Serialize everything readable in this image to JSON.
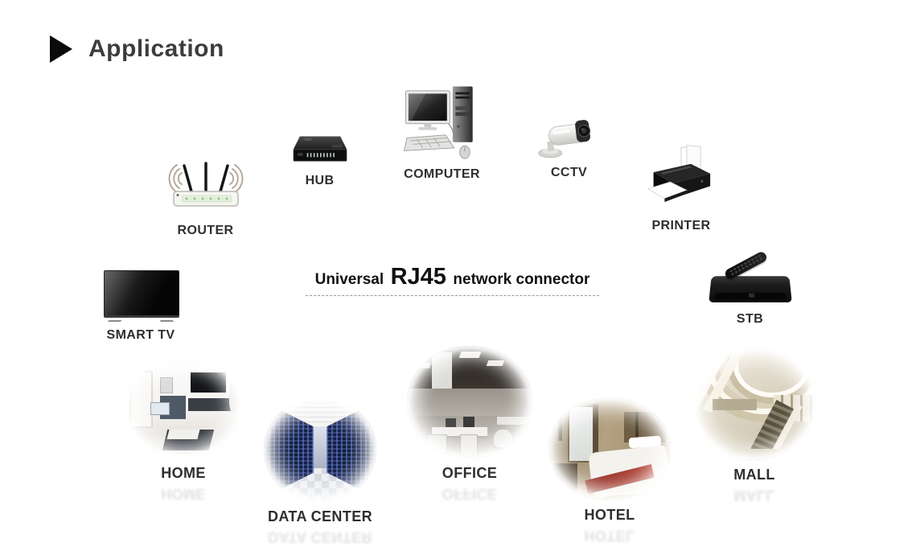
{
  "header": {
    "title": "Application",
    "bullet_icon": "play-triangle-icon"
  },
  "banner": {
    "prefix": "Universal",
    "highlight": "RJ45",
    "suffix": "network connector",
    "divider": "dashed-line"
  },
  "devices": [
    {
      "id": "router",
      "label": "ROUTER",
      "icon": "wireless-router-icon"
    },
    {
      "id": "hub",
      "label": "HUB",
      "icon": "network-hub-icon"
    },
    {
      "id": "computer",
      "label": "COMPUTER",
      "icon": "desktop-computer-icon"
    },
    {
      "id": "cctv",
      "label": "CCTV",
      "icon": "security-camera-icon"
    },
    {
      "id": "printer",
      "label": "PRINTER",
      "icon": "printer-icon"
    },
    {
      "id": "smart-tv",
      "label": "SMART TV",
      "icon": "smart-tv-icon"
    },
    {
      "id": "stb",
      "label": "STB",
      "icon": "set-top-box-icon"
    }
  ],
  "locations": [
    {
      "id": "home",
      "label": "HOME",
      "photo": "living-room-photo"
    },
    {
      "id": "data-center",
      "label": "DATA CENTER",
      "photo": "server-room-photo"
    },
    {
      "id": "office",
      "label": "OFFICE",
      "photo": "open-office-photo"
    },
    {
      "id": "hotel",
      "label": "HOTEL",
      "photo": "hotel-room-photo"
    },
    {
      "id": "mall",
      "label": "MALL",
      "photo": "shopping-mall-photo"
    }
  ],
  "colors": {
    "background": "#ffffff",
    "title_text": "#3d3d3d",
    "label_text": "#2e2e2e",
    "banner_text": "#101010",
    "dashed_line": "#9a9a9a",
    "bullet": "#0b0b0b"
  }
}
